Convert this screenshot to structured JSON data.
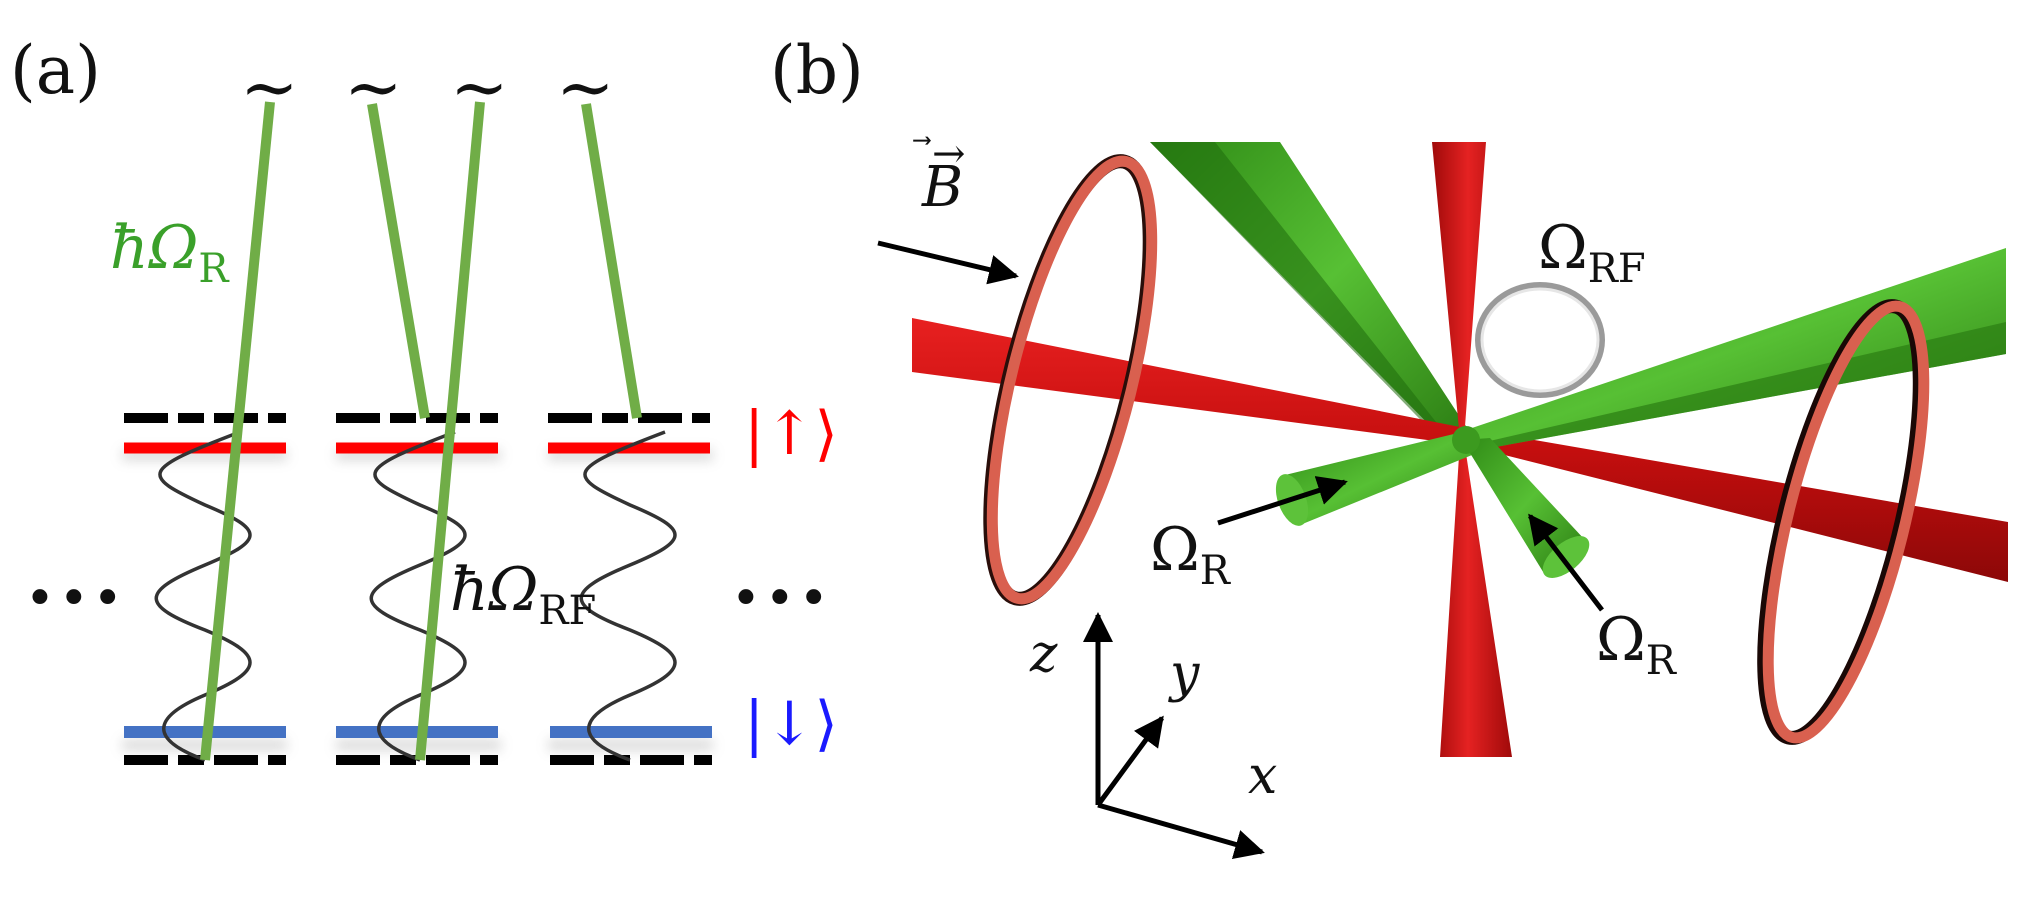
{
  "panel_a": {
    "label": "(a)",
    "tildes": [
      "~",
      "~",
      "~",
      "~"
    ],
    "raman_label": {
      "main": "ħΩ",
      "sub": "R"
    },
    "rf_label": {
      "main": "ħΩ",
      "sub": "RF"
    },
    "ellipsis_left": "...",
    "ellipsis_right": "...",
    "state_up": "|↑⟩",
    "state_down": "|↓⟩",
    "colors": {
      "raman_beam": "#70ad47",
      "up_level": "#ff0000",
      "down_level": "#4472c4",
      "virtual_level": "#000000",
      "rf_wave": "#333333"
    }
  },
  "panel_b": {
    "label": "(b)",
    "b_field": "B",
    "omega_rf": {
      "main": "Ω",
      "sub": "RF"
    },
    "omega_r_left": {
      "main": "Ω",
      "sub": "R"
    },
    "omega_r_right": {
      "main": "Ω",
      "sub": "R"
    },
    "axes": {
      "z": "z",
      "y": "y",
      "x": "x"
    },
    "colors": {
      "red_beam": "#d11010",
      "green_beam": "#4caf2a",
      "coil": "#d9604f",
      "rf_loop": "#bbbbbb"
    }
  }
}
